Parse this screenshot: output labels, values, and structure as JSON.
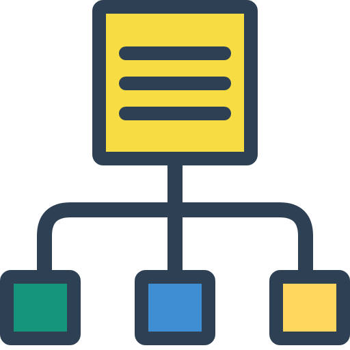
{
  "icon": {
    "name": "sitemap-hierarchy-icon",
    "colors": {
      "outline": "#2E4053",
      "root_fill": "#F8DC43",
      "child_left_fill": "#14957C",
      "child_middle_fill": "#3F8ED4",
      "child_right_fill": "#FFD75E",
      "background": "#FFFFFF"
    },
    "root_node": {
      "icon": "document-lines",
      "line_count": 3
    },
    "child_nodes": [
      {
        "id": "left",
        "fill_key": "child_left_fill"
      },
      {
        "id": "middle",
        "fill_key": "child_middle_fill"
      },
      {
        "id": "right",
        "fill_key": "child_right_fill"
      }
    ]
  }
}
